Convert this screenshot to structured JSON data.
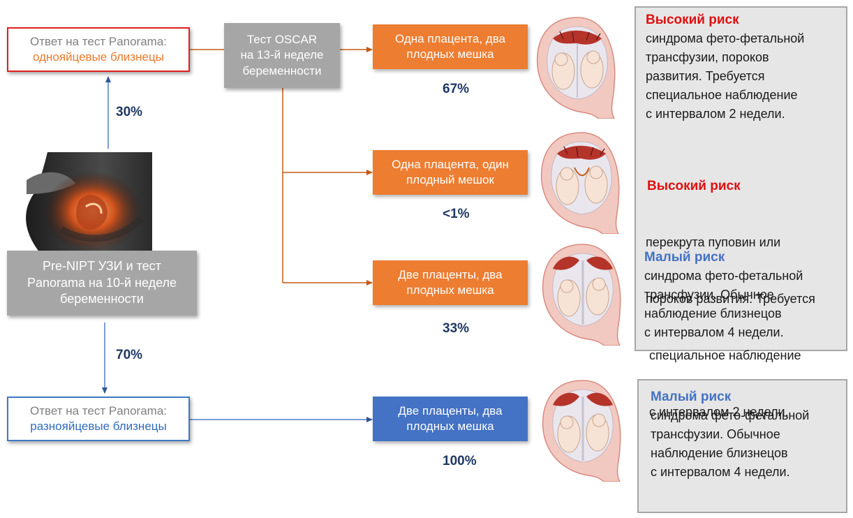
{
  "panorama_mono": {
    "line1": "Ответ на тест Panorama:",
    "line2": "однояйцевые близнецы"
  },
  "panorama_di": {
    "line1": "Ответ на тест Panorama:",
    "line2": "разнояйцевые близнецы"
  },
  "pre_nipt": {
    "lines": [
      "Pre-NIPT УЗИ и тест",
      "Panorama на 10-й неделе",
      "беременности"
    ]
  },
  "oscar": {
    "lines": [
      "Тест OSCAR",
      "на 13-й неделе",
      "беременности"
    ]
  },
  "percent_mono": "30%",
  "percent_di": "70%",
  "outcomes": [
    {
      "lines": [
        "Одна плацента, два",
        "плодных мешка"
      ],
      "percent": "67%",
      "color": "#ed7d31"
    },
    {
      "lines": [
        "Одна плацента, один",
        "плодный мешок"
      ],
      "percent": "<1%",
      "color": "#ed7d31"
    },
    {
      "lines": [
        "Две плаценты, два",
        "плодных мешка"
      ],
      "percent": "33%",
      "color": "#ed7d31"
    },
    {
      "lines": [
        "Две плаценты, два",
        "плодных мешка"
      ],
      "percent": "100%",
      "color": "#4472c4"
    }
  ],
  "risks": [
    {
      "title": "Высокий риск",
      "level": "high",
      "lines": [
        "синдрома фето-фетальной",
        "трансфузии, пороков",
        "развития. Требуется",
        "специальное наблюдение",
        "с интервалом 2 недели."
      ]
    },
    {
      "title": "Высокий риск",
      "level": "high",
      "lines": [
        "перекрута пуповин или",
        "пороков развития. Требуется",
        " специальное наблюдение",
        " с интервалом 2 недели."
      ]
    },
    {
      "title": "Малый риск",
      "level": "low",
      "lines": [
        "синдрома фето-фетальной",
        "трансфузии. Обычное",
        "наблюдение близнецов",
        "с интервалом 4 недели."
      ]
    },
    {
      "title": "Малый риск",
      "level": "low",
      "lines": [
        "синдрома фето-фетальной",
        "трансфузии. Обычное",
        "наблюдение близнецов",
        "с интервалом 4 недели."
      ]
    }
  ],
  "colors": {
    "orange": "#ed7d31",
    "blue": "#4472c4",
    "high_risk": "#e01010",
    "low_risk": "#4472c4",
    "gray": "#a6a6a6",
    "percent": "#1f3864"
  }
}
